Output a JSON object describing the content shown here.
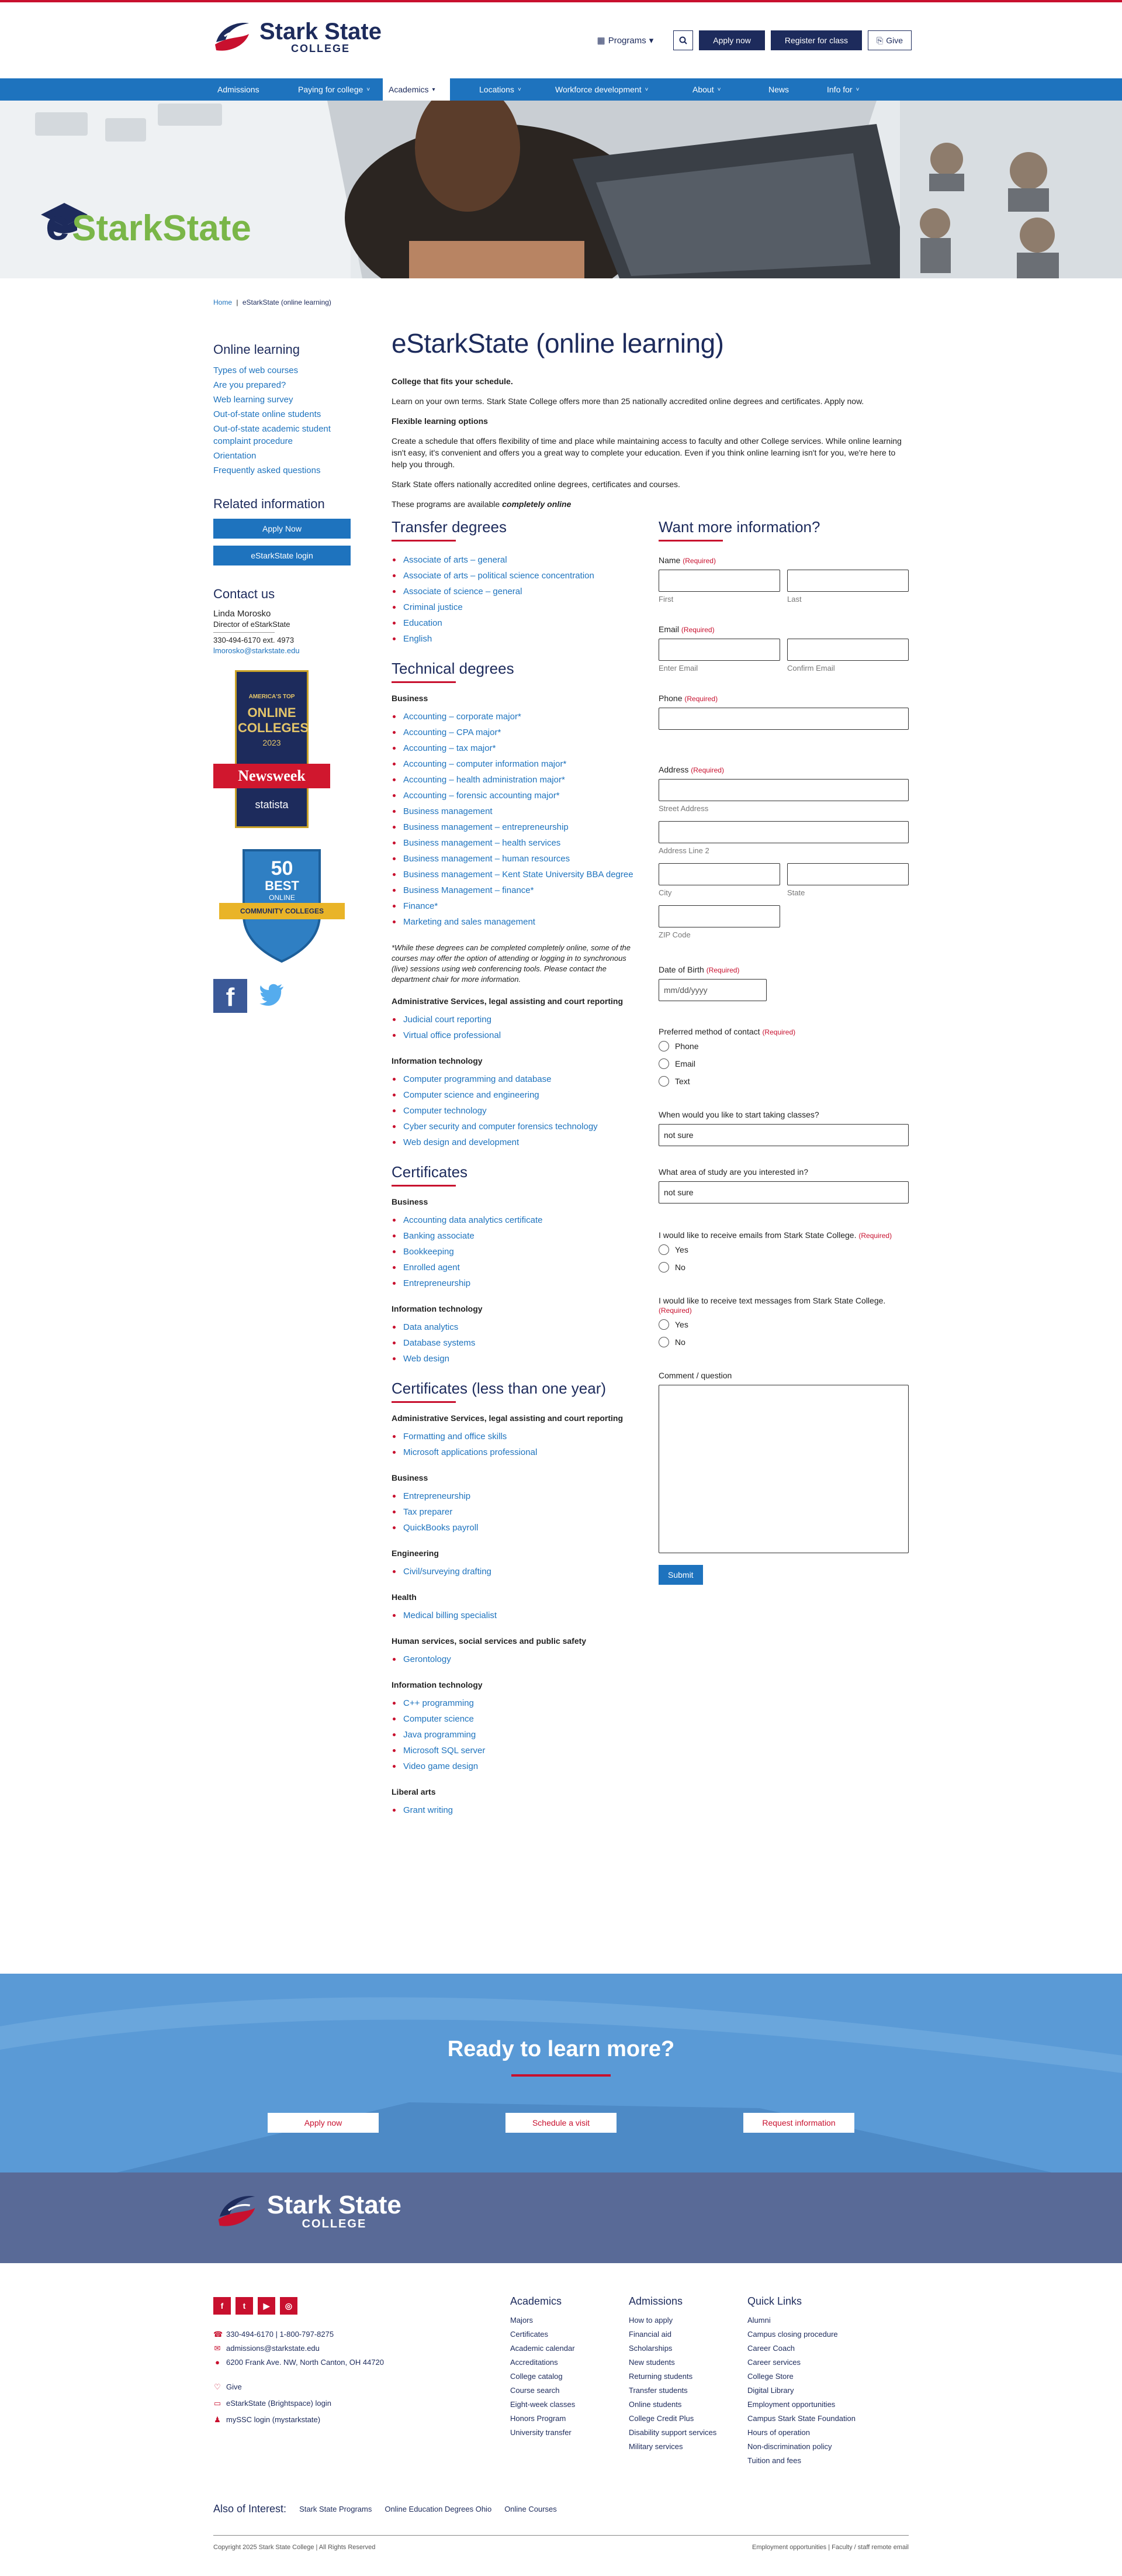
{
  "header": {
    "logo_line1": "Stark State",
    "logo_line2": "COLLEGE",
    "programs": "Programs",
    "apply": "Apply now",
    "register": "Register for class",
    "give": "Give"
  },
  "nav": [
    "Admissions",
    "Paying for college",
    "Academics",
    "Locations",
    "Workforce development",
    "About",
    "News",
    "Info for"
  ],
  "hero": {
    "brand_e": "e",
    "brand_rest": "StarkState"
  },
  "breadcrumb": {
    "home": "Home",
    "sep": "|",
    "current": "eStarkState (online learning)"
  },
  "sidebar": {
    "heading": "Online learning",
    "links": [
      "Types of web courses",
      "Are you prepared?",
      "Web learning survey",
      "Out-of-state online students",
      "Out-of-state academic student complaint procedure",
      "Orientation",
      "Frequently asked questions"
    ],
    "related_heading": "Related information",
    "btn_apply": "Apply Now",
    "btn_login": "eStarkState login",
    "contact_heading": "Contact us",
    "contact_name": "Linda Morosko",
    "contact_title": "Director of eStarkState",
    "contact_phone": "330-494-6170 ext. 4973",
    "contact_email": "lmorosko@starkstate.edu",
    "badge1": {
      "line1": "AMERICA'S TOP",
      "line2": "ONLINE",
      "line3": "COLLEGES",
      "year": "2023",
      "ribbon": "Newsweek",
      "footer": "statista"
    },
    "badge2": {
      "num": "50",
      "best": "BEST",
      "online": "ONLINE",
      "ribbon": "COMMUNITY COLLEGES"
    }
  },
  "main": {
    "title": "eStarkState (online learning)",
    "intro_bold": "College that fits your schedule.",
    "intro_p": "Learn on your own terms. Stark State College offers more than 25 nationally accredited online degrees and certificates. Apply now.",
    "flex_bold": "Flexible learning options",
    "flex_p": "Create a schedule that offers flexibility of time and place while maintaining access to faculty and other College services. While online learning isn't easy, it's convenient and offers you a great way to complete your education. Even if you think online learning isn't for you, we're here to help you through.",
    "accredited_p": "Stark State offers nationally accredited online degrees, certificates and courses.",
    "available_pre": "These programs are available ",
    "available_em": "completely online"
  },
  "transfer": {
    "heading": "Transfer degrees",
    "items": [
      "Associate of arts – general",
      "Associate of arts – political science concentration",
      "Associate of science – general",
      "Criminal justice",
      "Education",
      "English"
    ]
  },
  "technical": {
    "heading": "Technical degrees",
    "business_label": "Business",
    "business": [
      "Accounting – corporate major*",
      "Accounting – CPA major*",
      "Accounting – tax major*",
      "Accounting – computer information major*",
      "Accounting – health administration major*",
      "Accounting – forensic accounting major*",
      "Business management",
      "Business management – entrepreneurship",
      "Business management – health services",
      "Business management – human resources",
      "Business management – Kent State University BBA degree",
      "Business Management – finance*",
      "Finance*",
      "Marketing and sales management"
    ],
    "note": "*While these degrees can be completed completely online, some of the courses may offer the option of attending or logging in to synchronous (live) sessions using web conferencing tools. Please contact the department chair for more information.",
    "admin_label": "Administrative Services, legal assisting and court reporting",
    "admin": [
      "Judicial court reporting",
      "Virtual office professional"
    ],
    "it_label": "Information technology",
    "it": [
      "Computer programming and database",
      "Computer science and engineering",
      "Computer technology",
      "Cyber security and computer forensics technology",
      "Web design and development"
    ]
  },
  "certificates": {
    "heading": "Certificates",
    "business_label": "Business",
    "business": [
      "Accounting data analytics certificate",
      "Banking associate",
      "Bookkeeping",
      "Enrolled agent",
      "Entrepreneurship"
    ],
    "it_label": "Information technology",
    "it": [
      "Data analytics",
      "Database systems",
      "Web design"
    ]
  },
  "short_certs": {
    "heading": "Certificates (less than one year)",
    "groups": [
      {
        "label": "Administrative Services, legal assisting and court reporting",
        "items": [
          "Formatting and office skills",
          "Microsoft applications professional"
        ]
      },
      {
        "label": "Business",
        "items": [
          "Entrepreneurship",
          "Tax preparer",
          "QuickBooks payroll"
        ]
      },
      {
        "label": "Engineering",
        "items": [
          "Civil/surveying drafting"
        ]
      },
      {
        "label": "Health",
        "items": [
          "Medical billing specialist"
        ]
      },
      {
        "label": "Human services, social services and public safety",
        "items": [
          "Gerontology"
        ]
      },
      {
        "label": "Information technology",
        "items": [
          "C++ programming",
          "Computer science",
          "Java programming",
          "Microsoft SQL server",
          "Video game design"
        ]
      },
      {
        "label": "Liberal arts",
        "items": [
          "Grant writing"
        ]
      }
    ]
  },
  "form": {
    "heading": "Want more information?",
    "required": "(Required)",
    "name_label": "Name",
    "first": "First",
    "last": "Last",
    "email_label": "Email",
    "enter_email": "Enter Email",
    "confirm_email": "Confirm Email",
    "phone_label": "Phone",
    "address_label": "Address",
    "street": "Street Address",
    "line2": "Address Line 2",
    "city": "City",
    "state": "State",
    "zip": "ZIP Code",
    "dob_label": "Date of Birth",
    "dob_placeholder": "mm/dd/yyyy",
    "contact_method_label": "Preferred method of contact",
    "contact_methods": [
      "Phone",
      "Email",
      "Text"
    ],
    "start_label": "When would you like to start taking classes?",
    "start_value": "not sure",
    "area_label": "What area of study are you interested in?",
    "area_value": "not sure",
    "emails_label": "I would like to receive emails from Stark State College.",
    "texts_label": "I would like to receive text messages from Stark State College.",
    "yes": "Yes",
    "no": "No",
    "comment_label": "Comment / question",
    "submit": "Submit"
  },
  "cta": {
    "title": "Ready to learn more?",
    "apply": "Apply now",
    "visit": "Schedule a visit",
    "request": "Request information"
  },
  "footer": {
    "logo_line1": "Stark State",
    "logo_line2": "COLLEGE",
    "phone": "330-494-6170 | 1-800-797-8275",
    "email": "admissions@starkstate.edu",
    "address": "6200 Frank Ave. NW, North Canton, OH 44720",
    "give": "Give",
    "brightspace": "eStarkState (Brightspace) login",
    "myssc": "mySSC login (mystarkstate)",
    "academics_h": "Academics",
    "academics": [
      "Majors",
      "Certificates",
      "Academic calendar",
      "Accreditations",
      "College catalog",
      "Course search",
      "Eight-week classes",
      "Honors Program",
      "University transfer"
    ],
    "admissions_h": "Admissions",
    "admissions": [
      "How to apply",
      "Financial aid",
      "Scholarships",
      "New students",
      "Returning students",
      "Transfer students",
      "Online students",
      "College Credit Plus",
      "Disability support services",
      "Military services"
    ],
    "quick_h": "Quick Links",
    "quick": [
      "Alumni",
      "Campus closing procedure",
      "Career Coach",
      "Career services",
      "College Store",
      "Digital Library",
      "Employment opportunities",
      "Campus Stark State Foundation",
      "Hours of operation",
      "Non-discrimination policy",
      "Tuition and fees"
    ],
    "aoi_title": "Also of Interest:",
    "aoi": [
      "Stark State Programs",
      "Online Education Degrees Ohio",
      "Online Courses"
    ],
    "copyright": "Copyright 2025 Stark State College | All Rights Reserved",
    "right_links": "Employment opportunities | Faculty / staff remote email"
  },
  "colors": {
    "navy": "#1d2b5c",
    "blue": "#1e73be",
    "red": "#c8102e",
    "cta_blue": "#5a9ad6",
    "footer_band": "#596a97"
  }
}
